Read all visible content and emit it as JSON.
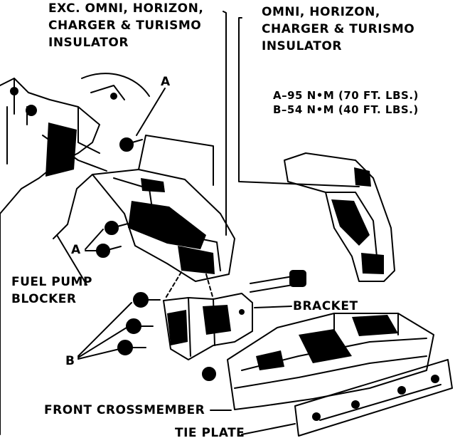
{
  "labels": {
    "exc_insulator": [
      "EXC. OMNI, HORIZON,",
      "CHARGER & TURISMO",
      "INSULATOR"
    ],
    "omni_insulator": [
      "OMNI, HORIZON,",
      "CHARGER & TURISMO",
      "INSULATOR"
    ],
    "torque_specs": [
      "A–95 N•m (70 FT. LBS.)",
      "B–54 N•m (40 FT. LBS.)"
    ],
    "callout_a_top": "A",
    "callout_a_left": "A",
    "fuel_pump_blocker": [
      "FUEL PUMP",
      "BLOCKER"
    ],
    "bracket": "BRACKET",
    "callout_b": "B",
    "front_crossmember": "FRONT CROSSMEMBER",
    "tie_plate": "TIE PLATE"
  }
}
